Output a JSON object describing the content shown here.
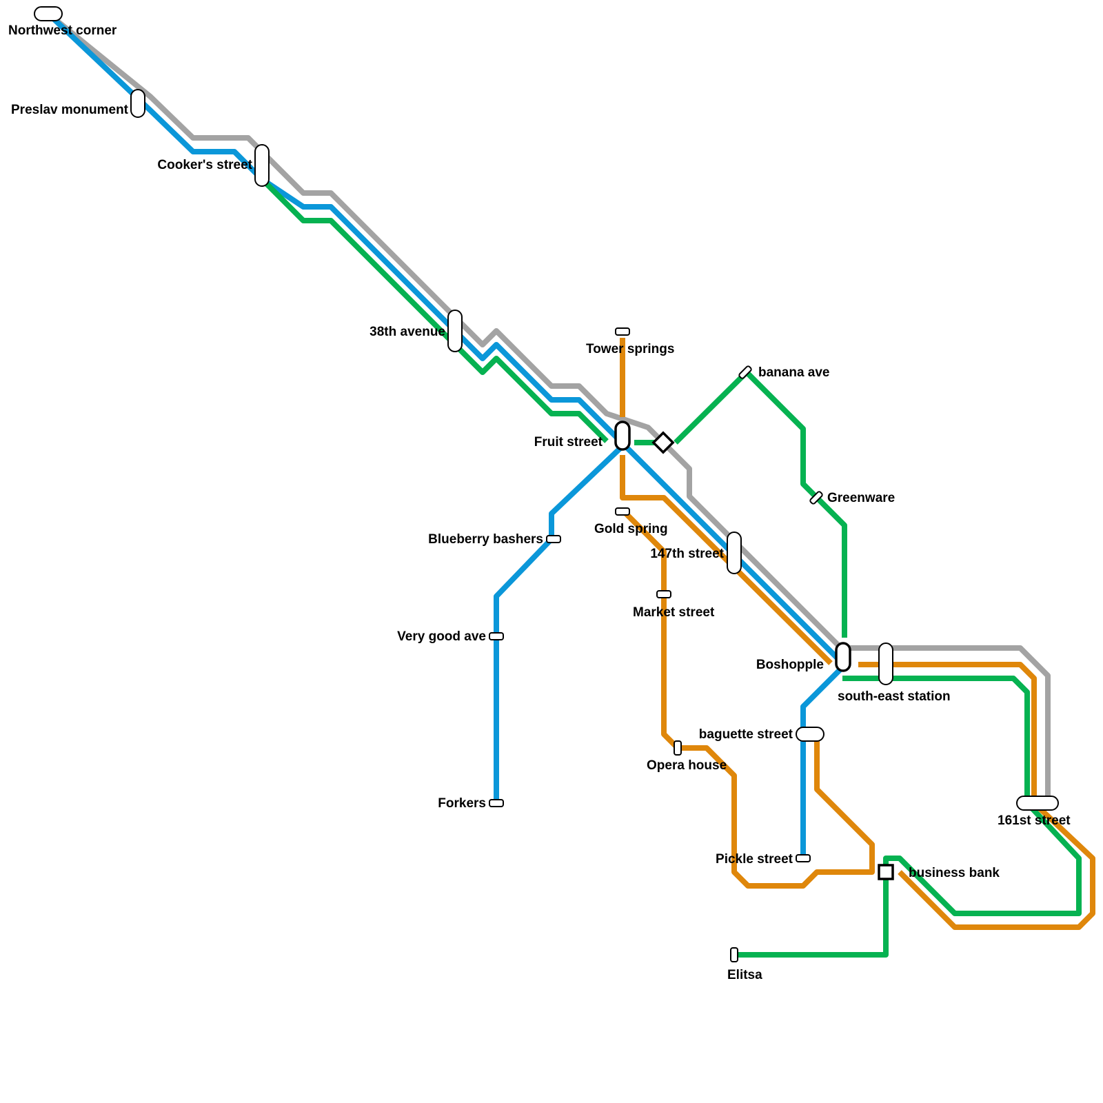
{
  "lines": [
    {
      "id": "grey",
      "color": "#a3a3a3"
    },
    {
      "id": "blue",
      "color": "#0b97d9"
    },
    {
      "id": "green",
      "color": "#06b251"
    },
    {
      "id": "orange",
      "color": "#df870b"
    }
  ],
  "stations": {
    "northwest_corner": "Northwest corner",
    "preslav_monument": "Preslav monument",
    "cookers_street": "Cooker's street",
    "avenue_38th": "38th avenue",
    "tower_springs": "Tower springs",
    "fruit_street": "Fruit street",
    "banana_ave": "banana ave",
    "greenware": "Greenware",
    "gold_spring": "Gold spring",
    "blueberry_bashers": "Blueberry bashers",
    "street_147th": "147th street",
    "market_street": "Market street",
    "very_good_ave": "Very good ave",
    "boshopple": "Boshopple",
    "south_east_station": "south-east station",
    "baguette_street": "baguette street",
    "opera_house": "Opera house",
    "forkers": "Forkers",
    "street_161st": "161st street",
    "pickle_street": "Pickle street",
    "business_bank": "business bank",
    "elitsa": "Elitsa"
  }
}
